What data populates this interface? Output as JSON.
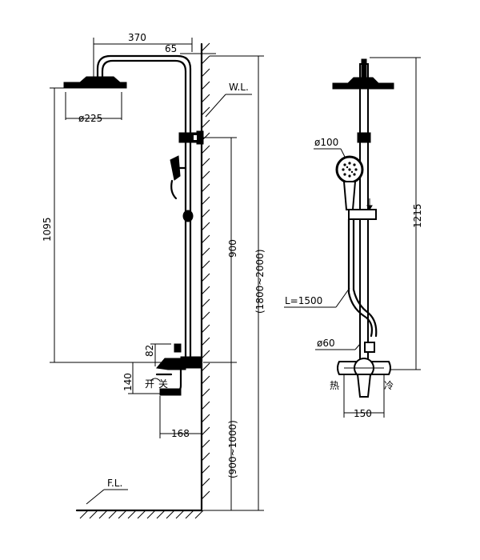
{
  "labels": {
    "d370": "370",
    "d65": "65",
    "wl": "W.L.",
    "fl": "F.L.",
    "d225": "ø225",
    "d1095": "1095",
    "d900": "900",
    "d1800": "(1800~2000)",
    "d82": "82",
    "d140": "140",
    "d168": "168",
    "d9001000": "(900~1000)",
    "open": "开",
    "close": "关",
    "d100": "ø100",
    "d1215": "1215",
    "l1500": "L=1500",
    "d60": "ø60",
    "d150": "150",
    "hot": "热",
    "cold": "冷"
  }
}
